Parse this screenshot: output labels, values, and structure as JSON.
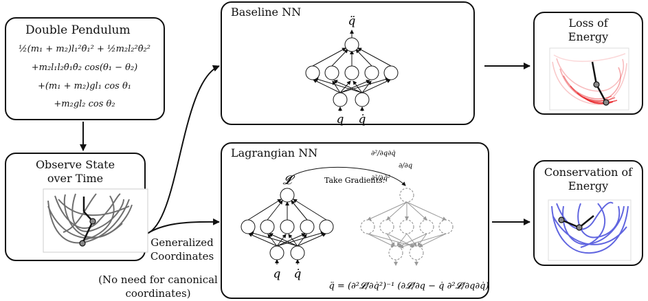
{
  "double_pendulum": {
    "title": "Double Pendulum",
    "eq_line1": "½(m₁ + m₂)l₁²θ̇₁² + ½m₂l₂²θ̇₂²",
    "eq_line2": "+m₂l₁l₂θ̇₁θ̇₂ cos(θ₁ − θ₂)",
    "eq_line3": "+(m₁ + m₂)gl₁ cos θ₁",
    "eq_line4": "+m₂gl₂ cos θ₂"
  },
  "observe": {
    "title_line1": "Observe State",
    "title_line2": "over Time"
  },
  "generalized": {
    "line1": "Generalized",
    "line2": "Coordinates",
    "note_line1": "(No need for canonical",
    "note_line2": "coordinates)"
  },
  "baseline": {
    "title": "Baseline NN",
    "output": "q̈",
    "input_q": "q",
    "input_qdot": "q̇"
  },
  "lagrangian": {
    "title": "Lagrangian NN",
    "output": "𝓛",
    "input_q": "q",
    "input_qdot": "q̇",
    "take_gradients": "Take Gradients:",
    "grad_qqdot": "∂²/∂q∂q̇",
    "grad_qdot2": "∂²/∂q̇²",
    "grad_q": "∂/∂q",
    "equation": "q̈ = (∂²𝓛/∂q̇²)⁻¹ (∂𝓛/∂q − q̇ ∂²𝓛/∂q∂q̇)"
  },
  "loss": {
    "title_line1": "Loss of",
    "title_line2": "Energy"
  },
  "conservation": {
    "title_line1": "Conservation of",
    "title_line2": "Energy"
  },
  "colors": {
    "loss": "#e8262a",
    "conservation": "#2d33d6",
    "observe": "#333333",
    "stroke": "#111111"
  }
}
